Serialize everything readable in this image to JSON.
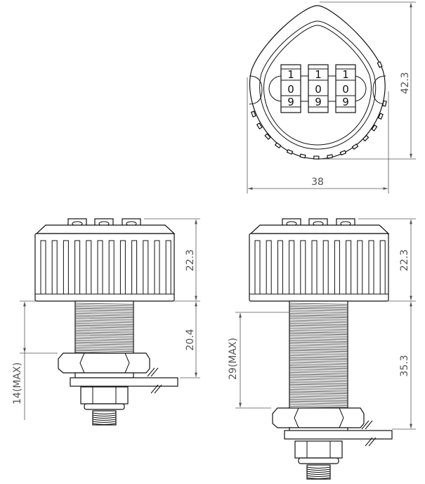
{
  "dimensions": {
    "top_width": "38",
    "top_height": "42.3",
    "left_cap_height": "22.3",
    "left_thread_length": "20.4",
    "left_max_panel": "14(MAX)",
    "right_cap_height": "22.3",
    "right_thread_length": "35.3",
    "right_max_panel": "29(MAX)"
  },
  "dials": [
    {
      "top": "1",
      "middle": "0",
      "bottom": "9"
    },
    {
      "top": "1",
      "middle": "0",
      "bottom": "9"
    },
    {
      "top": "1",
      "middle": "0",
      "bottom": "9"
    }
  ]
}
